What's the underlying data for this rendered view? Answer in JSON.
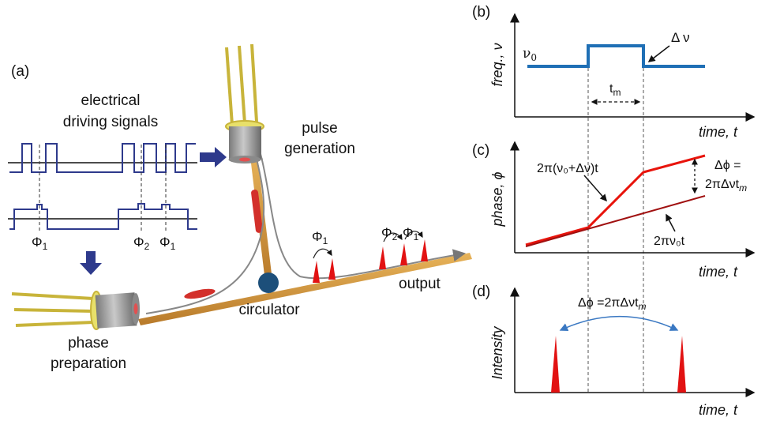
{
  "panel_a": {
    "label": "(a)",
    "signals_title_line1": "electrical",
    "signals_title_line2": "driving signals",
    "phi1_a": "Φ",
    "phi1_a_sub": "1",
    "phi2": "Φ",
    "phi2_sub": "2",
    "phi1_b": "Φ",
    "phi1_b_sub": "1",
    "pulse_gen_line1": "pulse",
    "pulse_gen_line2": "generation",
    "phase_prep_line1": "phase",
    "phase_prep_line2": "preparation",
    "circulator": "circulator",
    "output": "output",
    "out_phi1": "Φ",
    "out_phi1_sub": "1",
    "out_phi2": "Φ",
    "out_phi2_sub": "2",
    "out_phi1b": "Φ",
    "out_phi1b_sub": "1"
  },
  "panel_b": {
    "label": "(b)",
    "ylabel": "freq., ν",
    "xlabel": "time, t",
    "nu0": "ν",
    "nu0_sub": "0",
    "delta_nu": "Δ ν",
    "tm": "t",
    "tm_sub": "m"
  },
  "panel_c": {
    "label": "(c)",
    "ylabel": "phase, ϕ",
    "xlabel": "time, t",
    "upper_line": "2π(ν₀+Δν)t",
    "lower_line": "2πν₀t",
    "dphi_line1": "Δϕ =",
    "dphi_line2": "2πΔνt",
    "dphi_line2_sub": "m"
  },
  "panel_d": {
    "label": "(d)",
    "ylabel": "Intensity",
    "xlabel": "time, t",
    "dphi": "Δϕ =2πΔνt",
    "dphi_sub": "m"
  },
  "colors": {
    "freq_line": "#1f6fb5",
    "phase_upper": "#e8140c",
    "phase_lower": "#a01010",
    "pulse": "#e21212",
    "signal": "#2e3a8c",
    "arrow": "#2e3a8c",
    "fiber": "#d49a3c",
    "circulator": "#1d4f7a"
  }
}
